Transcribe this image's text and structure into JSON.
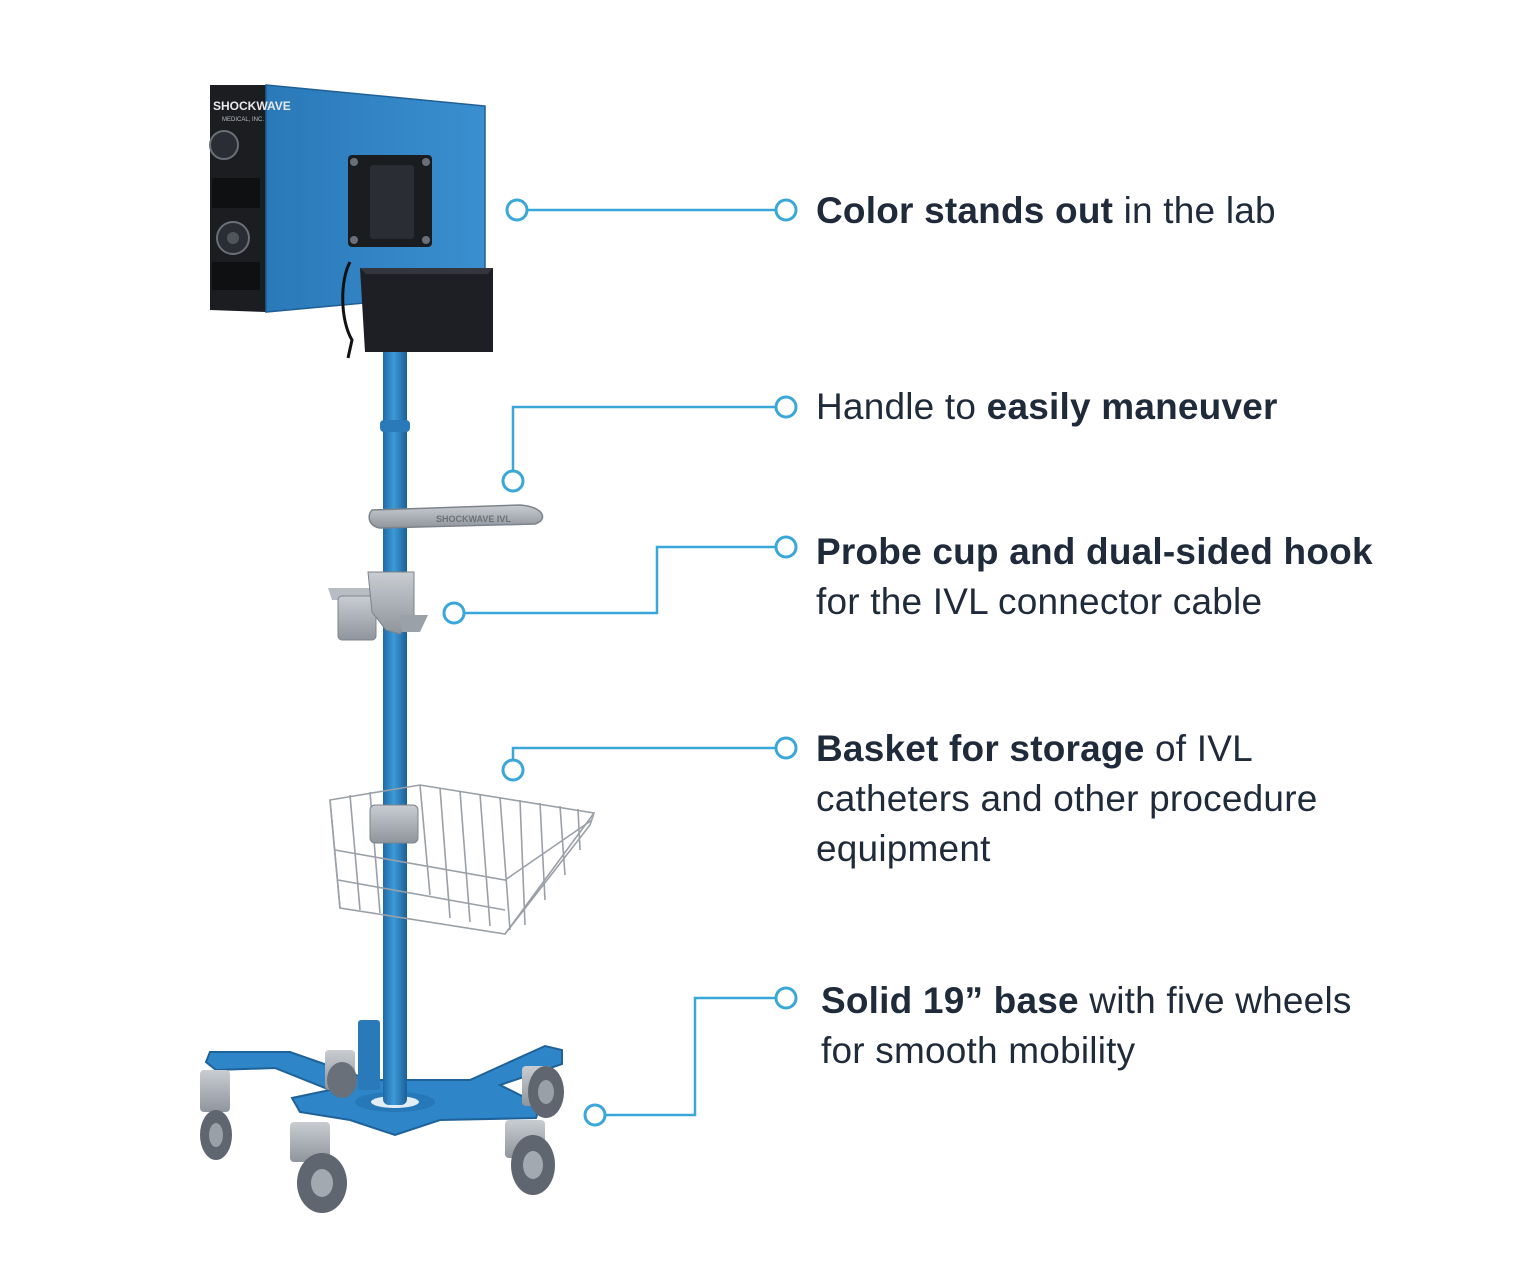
{
  "brand": {
    "monitor_brand": "SHOCKWAVE",
    "monitor_subbrand": "MEDICAL, INC.",
    "handle_brand": "SHOCKWAVE IVL",
    "accent_color": "#3aa7d9",
    "cart_color": "#2e7fbf",
    "text_color": "#1f2a3a"
  },
  "callouts": [
    {
      "bold": "Color stands out",
      "rest": " in the lab"
    },
    {
      "pre": "Handle to ",
      "bold": "easily maneuver"
    },
    {
      "bold": "Probe cup and dual-sided hook",
      "line2": "for the IVL connector cable"
    },
    {
      "bold": "Basket for storage",
      "rest": " of IVL",
      "line2": "catheters and other procedure",
      "line3": "equipment"
    },
    {
      "bold": "Solid 19” base",
      "rest": " with five wheels",
      "line2": "for smooth mobility"
    }
  ]
}
